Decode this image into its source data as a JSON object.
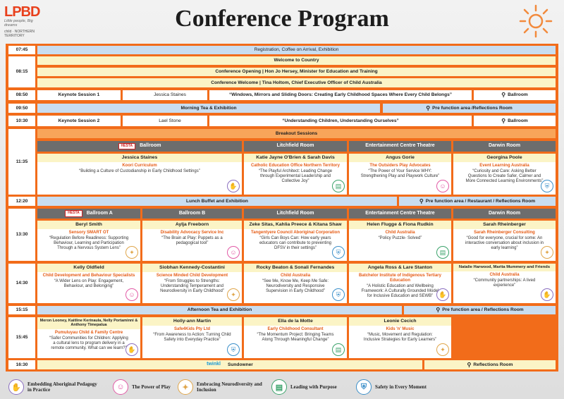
{
  "header": {
    "logo_text": "LPBD",
    "logo_tagline": "Little people, Big dreams",
    "logo_partners": "child · NORTHERN TERRITORY",
    "title": "Conference Program"
  },
  "colors": {
    "accent": "#f26c1a",
    "yellow": "#fbf4c6",
    "blue": "#c9ddf0",
    "grey": "#6d6d6d",
    "org": "#e55b13"
  },
  "times": [
    "07:45",
    "08:15",
    "08:50",
    "09:50",
    "10:30",
    "11:35",
    "12:20",
    "13:30",
    "14:30",
    "15:15",
    "15:45",
    "16:30"
  ],
  "rows": {
    "registration": "Registration, Coffee on Arrival, Exhibition",
    "welcome": "Welcome to Country",
    "opening": "Conference Opening | Hon Jo Hersey, Minister for Education and Training",
    "conf_welcome": "Conference Welcome | Tina Holtom, Chief Executive Officer of Child Australia",
    "k1_label": "Keynote Session 1",
    "k1_speaker": "Jessica Staines",
    "k1_title": "“Windows, Mirrors and Sliding Doors: Creating Early Childhood Spaces Where Every Child Belongs”",
    "k1_room": "Ballroom",
    "tea": "Morning Tea & Exhibition",
    "tea_room": "Pre function area /Reflections Room",
    "k2_label": "Keynote Session 2",
    "k2_speaker": "Lael Stone",
    "k2_title": "“Understanding Children, Understanding Ourselves”",
    "k2_room": "Ballroom",
    "breakout": "Breakout Sessions",
    "lunch": "Lunch Buffet and Exhibition",
    "lunch_room": "Pre function area / Restaurant / Reflections Room",
    "afternoon": "Afternoon Tea and Exhibition",
    "afternoon_room": "Pre function area / Reflections Room",
    "sundowner_logo": "twinkl",
    "sundowner": "Sundowner",
    "sundowner_room": "Reflections Room"
  },
  "rooms1": {
    "ballroom": "Ballroom",
    "sponsor": "HESTA",
    "litchfield": "Litchfield Room",
    "ect": "Entertainment Centre Theatre",
    "darwin": "Darwin Room"
  },
  "rooms2": {
    "a": "Ballroom A",
    "b": "Ballroom B",
    "litchfield": "Litchfield Room",
    "ect": "Entertainment Centre Theatre",
    "darwin": "Darwin Room"
  },
  "s1135": [
    {
      "sp": "Jessica Staines",
      "org": "Koori Curriculum",
      "ds": "“Building a Culture of Custodianship in Early Childhood Settings”"
    },
    {
      "sp": "Katie Jayne O'Brien & Sarah Davis",
      "org": "Catholic Education Office Northern Territory",
      "ds": "“The Playful Architect: Leading Change through Experimental Leadership and Collective Joy”"
    },
    {
      "sp": "Angus Gorie",
      "org": "The Outsiders Play Advocates",
      "ds": "“The Power of Your Service WHY: Strengthening Play and Playwork Culture”"
    },
    {
      "sp": "Georgina Poole",
      "org": "Event Learning Australia",
      "ds": "“Curiosity and Care: Asking Better Questions to Create Safer, Calmer and More Connected Learning Environments”"
    }
  ],
  "s1330": [
    {
      "sp": "Beryl Smith",
      "org": "Sensory SMART OT",
      "ds": "“Regulation Before Readiness: Supporting Behaviour, Learning and Participation Through a Nervous System Lens”"
    },
    {
      "sp": "Aylja Freeborn",
      "org": "Disability Advocacy Service Inc",
      "ds": "“The Brain at Play: Puppets as a pedagogical tool”"
    },
    {
      "sp": "Zeke Sitas, Kahlia Preece & Kitana Shaw",
      "org": "Tangentyere Council Aboriginal Corporation",
      "ds": "“Girls Can Boys Can: How early years educators can contribute to preventing DFSV in their settings”"
    },
    {
      "sp": "Helen Flugge & Fiona Rudkin",
      "org": "Child Australia",
      "ds": "“Policy Puzzle- Solved”"
    },
    {
      "sp": "Sarah Rheinberger",
      "org": "Sarah Rheinberger Consulting",
      "ds": "“Good for everyone, crucial for some: An interactive conversation about inclusion in early learning”"
    }
  ],
  "s1430": [
    {
      "sp": "Kelly Oldfield",
      "org": "Child Development and Behaviour Specialists",
      "ds": "“A Wider Lens on Play: Engagement, Behaviour, and Belonging”"
    },
    {
      "sp": "Siobhan Kennedy-Costantini",
      "org": "Science Minded Child Development",
      "ds": "“From Struggles to Strengths: Understanding Temperament and Neurodiversity in Early Childhood”"
    },
    {
      "sp": "Rocky Beaton & Sonali Fernandes",
      "org": "Child Australia",
      "ds": "“See Me, Know Me, Keep Me Safe: Neurodiversity and Responsive Supervision in Early Childhood”"
    },
    {
      "sp": "Angela Ross & Lare Stanton",
      "org": "Batchelor Institute of Indigenous Tertiary Education",
      "ds": "“A Holistic Education and Wellbeing Framework: A Culturally Grounded Model for Inclusive Education and SEWB”"
    },
    {
      "sp": "Natalie Harwood, Marita Mummery and Friends",
      "org": "Child Australia",
      "ds": "“Community partnerships: A lived experience”"
    }
  ],
  "s1545": [
    {
      "sp": "Meron Looney, Kaitline Kerinaula, Nelly Portaminni & Anthony Timepatua",
      "org": "Pumuluyau Child & Family Centre",
      "ds": "“Safer Communities for Children: Applying a cultural lens to program delivery in a remote community. What can we learn?”"
    },
    {
      "sp": "Holly-ann Martin",
      "org": "Safe4Kids Pty Ltd",
      "ds": "“From Awareness to Action: Turning Child Safety into Everyday Practice”"
    },
    {
      "sp": "Ella de la Motte",
      "org": "Early Childhood Consultant",
      "ds": "“The Momentum Project: Bringing Teams Along Through Meaningful Change”"
    },
    {
      "sp": "Leonie Cecich",
      "org": "Kids 'n' Music",
      "ds": "“Music, Movement and Regulation: Inclusive Strategies for Early Learners”"
    }
  ],
  "legend": [
    {
      "icon": "pedagogy-icon",
      "label": "Embedding Aboriginal Pedagogy in Practice"
    },
    {
      "icon": "play-icon",
      "label": "The Power of Play"
    },
    {
      "icon": "neurodiversity-icon",
      "label": "Embracing Neurodiversity and Inclusion"
    },
    {
      "icon": "leadership-icon",
      "label": "Leading with Purpose"
    },
    {
      "icon": "safety-icon",
      "label": "Safety in Every Moment"
    }
  ]
}
